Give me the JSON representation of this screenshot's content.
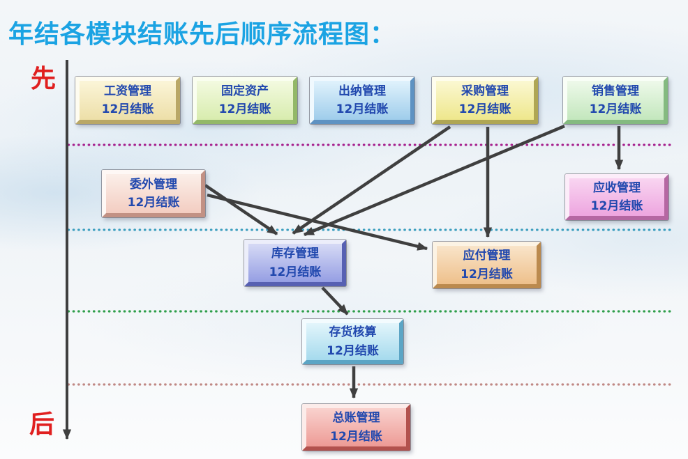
{
  "header": {
    "text": "年结各模块结账先后顺序流程图：",
    "color": "#1BA3E3"
  },
  "axis": {
    "start_label": "先",
    "end_label": "后",
    "label_color": "#E01F1F",
    "line_color": "#3F3F3F"
  },
  "node_text_color": "#2148AE",
  "nodes": [
    {
      "id": "salary",
      "title": "工资管理",
      "subtitle": "12月结账",
      "colors": {
        "face_top": "#FBF5D8",
        "face_bottom": "#EDDFA8",
        "bevel_light": "#FEFCF0",
        "bevel_dark": "#B9A766"
      }
    },
    {
      "id": "fixed_assets",
      "title": "固定资产",
      "subtitle": "12月结账",
      "colors": {
        "face_top": "#F3FAE0",
        "face_bottom": "#D8ECAE",
        "bevel_light": "#FAFEF0",
        "bevel_dark": "#93B868"
      }
    },
    {
      "id": "cashier",
      "title": "出纳管理",
      "subtitle": "12月结账",
      "colors": {
        "face_top": "#E0F2FC",
        "face_bottom": "#9FCDEB",
        "bevel_light": "#F0F9FE",
        "bevel_dark": "#5E92C2"
      }
    },
    {
      "id": "purchase",
      "title": "采购管理",
      "subtitle": "12月结账",
      "colors": {
        "face_top": "#FBF8D2",
        "face_bottom": "#EEE78C",
        "bevel_light": "#FEFDEE",
        "bevel_dark": "#AFA654"
      }
    },
    {
      "id": "sales",
      "title": "销售管理",
      "subtitle": "12月结账",
      "colors": {
        "face_top": "#EEF9EA",
        "face_bottom": "#C3E7BD",
        "bevel_light": "#F9FEF7",
        "bevel_dark": "#84BA80"
      }
    },
    {
      "id": "outsourcing",
      "title": "委外管理",
      "subtitle": "12月结账",
      "colors": {
        "face_top": "#FBEFE9",
        "face_bottom": "#F3CDC1",
        "bevel_light": "#FEF8F5",
        "bevel_dark": "#C29184"
      }
    },
    {
      "id": "receivable",
      "title": "应收管理",
      "subtitle": "12月结账",
      "colors": {
        "face_top": "#F9D5F1",
        "face_bottom": "#EDA5DF",
        "bevel_light": "#FCEDF9",
        "bevel_dark": "#B567A2"
      }
    },
    {
      "id": "inventory",
      "title": "库存管理",
      "subtitle": "12月结账",
      "colors": {
        "face_top": "#D6DAF5",
        "face_bottom": "#959EE3",
        "bevel_light": "#ECEEFA",
        "bevel_dark": "#5760B2"
      }
    },
    {
      "id": "payable",
      "title": "应付管理",
      "subtitle": "12月结账",
      "colors": {
        "face_top": "#F9E4C9",
        "face_bottom": "#EEC08B",
        "bevel_light": "#FCF3E4",
        "bevel_dark": "#BB8A4E"
      }
    },
    {
      "id": "inventory_accounting",
      "title": "存货核算",
      "subtitle": "12月结账",
      "colors": {
        "face_top": "#E2F5FB",
        "face_bottom": "#A5DAED",
        "bevel_light": "#F3FBFE",
        "bevel_dark": "#5CA5C5"
      }
    },
    {
      "id": "general_ledger",
      "title": "总账管理",
      "subtitle": "12月结账",
      "colors": {
        "face_top": "#F9D2CE",
        "face_bottom": "#ED9A95",
        "bevel_light": "#FCECEA",
        "bevel_dark": "#B2514D"
      }
    }
  ],
  "edges": [
    {
      "from": "purchase",
      "to": "inventory"
    },
    {
      "from": "purchase",
      "to": "payable"
    },
    {
      "from": "sales",
      "to": "inventory"
    },
    {
      "from": "sales",
      "to": "receivable"
    },
    {
      "from": "outsourcing",
      "to": "inventory"
    },
    {
      "from": "outsourcing",
      "to": "payable"
    },
    {
      "from": "inventory",
      "to": "inventory_accounting"
    },
    {
      "from": "inventory_accounting",
      "to": "general_ledger"
    }
  ],
  "edge_color": "#3F3F3F",
  "separators": [
    {
      "name": "separator-1",
      "color": "#A6218E"
    },
    {
      "name": "separator-2",
      "color": "#3E9FBF"
    },
    {
      "name": "separator-3",
      "color": "#2E9E4A"
    },
    {
      "name": "separator-4",
      "color": "#C08884"
    }
  ]
}
